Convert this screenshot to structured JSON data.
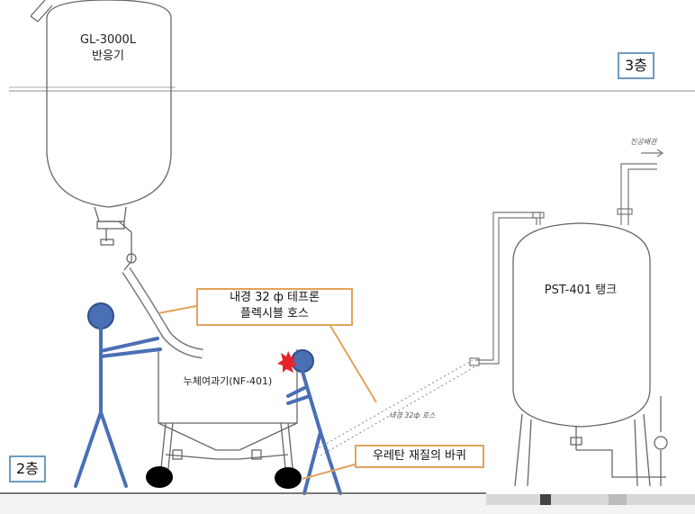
{
  "reactor": {
    "line1": "GL-3000L",
    "line2": "반응기"
  },
  "floors": {
    "upper": "3층",
    "lower": "2층"
  },
  "tank": {
    "label": "PST-401 탱크"
  },
  "filter": {
    "label": "누체여과기(NF-401)"
  },
  "callouts": {
    "hose_line1": "내경 32 ф 테프론",
    "hose_line2": "플렉시블 호스",
    "wheels": "우레탄 재질의 바퀴"
  },
  "handwritten": {
    "top_right": "진공배관",
    "hose_note": "내경 32ф 호스"
  },
  "colors": {
    "figure": "#4a6fb5",
    "callout_border": "#e0a35c",
    "floor_box_border": "#6f9cc0",
    "impact": "#e8222b",
    "wheel": "#000000",
    "sketch": "#666666"
  }
}
